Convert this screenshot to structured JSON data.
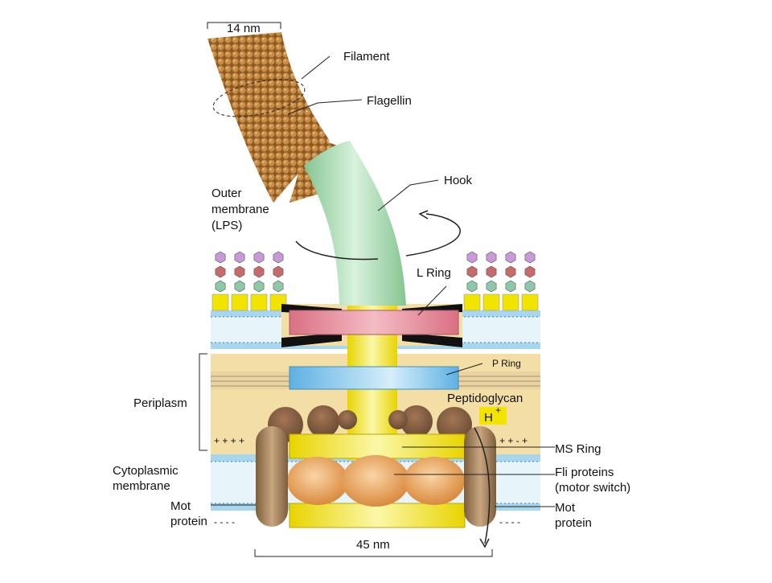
{
  "labels": {
    "width_top": "14 nm",
    "filament": "Filament",
    "flagellin": "Flagellin",
    "hook": "Hook",
    "outer_membrane_1": "Outer",
    "outer_membrane_2": "membrane",
    "outer_membrane_3": "(LPS)",
    "l_ring": "L Ring",
    "p_ring": "P Ring",
    "peptidoglycan": "Peptidoglycan",
    "periplasm": "Periplasm",
    "proton": "H",
    "proton_sup": "+",
    "ms_ring": "MS Ring",
    "cytoplasmic_1": "Cytoplasmic",
    "cytoplasmic_2": "membrane",
    "fli_1": "Fli proteins",
    "fli_2": "(motor switch)",
    "mot_left_1": "Mot",
    "mot_left_2": "protein",
    "mot_right_1": "Mot",
    "mot_right_2": "protein",
    "width_bottom": "45 nm",
    "charges_plus_left": "+ + + +",
    "charges_plus_right": "+ + - +",
    "charges_minus_left": "- - - -",
    "charges_minus_right": "- - - -"
  },
  "colors": {
    "filament": "#b07a3a",
    "hook": "#9fd3a8",
    "l_ring": "#e38a9a",
    "p_ring": "#7fc3ea",
    "rod": "#f0e640",
    "mot": "#9a7a55",
    "fli": "#e8a15c",
    "periplasm": "#f2dca0",
    "membrane_head": "#b9dff2",
    "lps_purple": "#c89ad8",
    "lps_red": "#c96a6a",
    "lps_green": "#8fc8a8",
    "lps_yellow": "#f2e400"
  }
}
